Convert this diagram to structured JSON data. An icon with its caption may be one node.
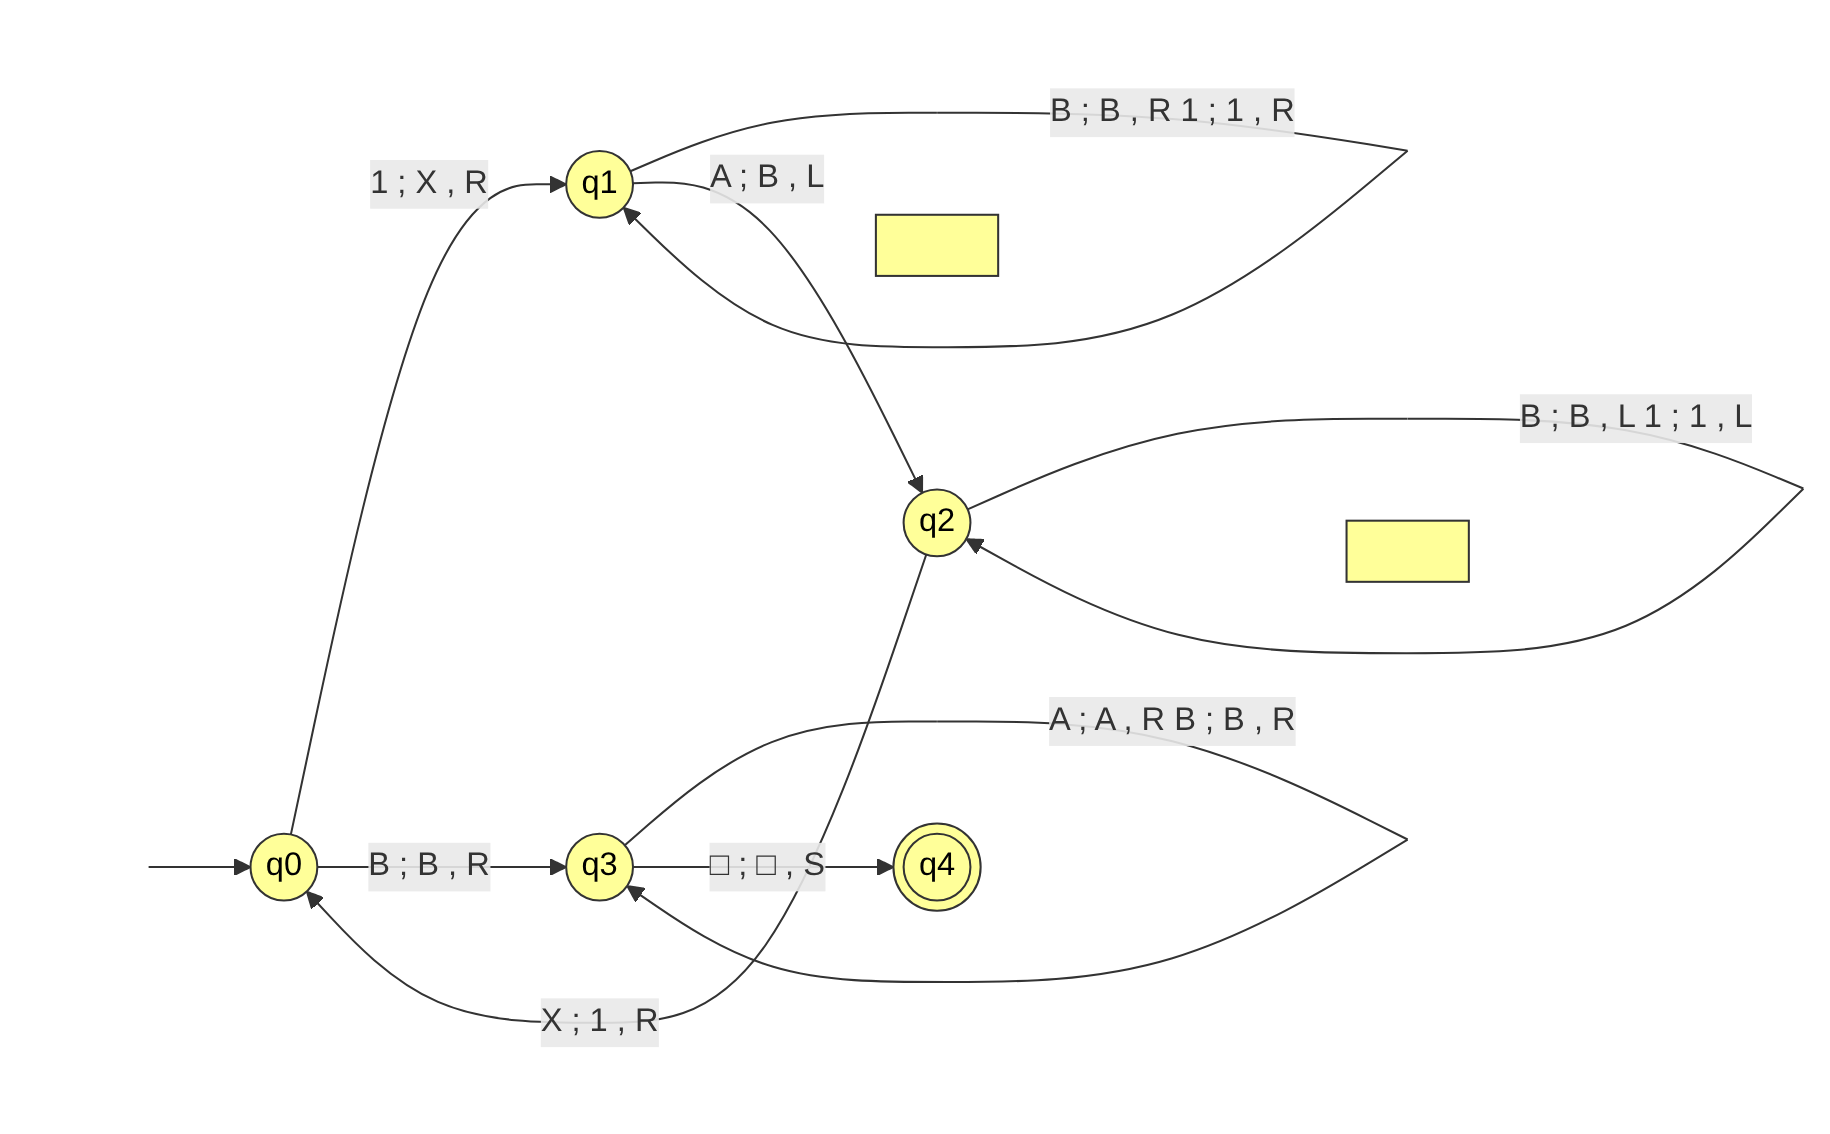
{
  "diagram": {
    "nodes": [
      {
        "text": [
          "q0"
        ]
      },
      {
        "text": [
          "q1"
        ]
      },
      {
        "text": [
          "q2"
        ]
      },
      {
        "text": [
          "q3"
        ]
      },
      {
        "text": [
          "q4"
        ]
      },
      {
        "text": [],
        "shape": "box"
      },
      {
        "text": [],
        "shape": "box"
      }
    ],
    "edges": [
      {
        "from": null,
        "to": 0,
        "arrow": "to"
      },
      {
        "from": 0,
        "to": 1,
        "label": "1 ; X , R",
        "arrow": "to"
      },
      {
        "from": 1,
        "to": 1,
        "label": "B ; B , R 1 ; 1 , R",
        "arrow": "to"
      },
      {
        "from": 1,
        "to": 2,
        "label": "A ; B , L",
        "arrow": "to"
      },
      {
        "from": 2,
        "to": 2,
        "label": "B ; B , L 1 ; 1 , L",
        "arrow": "to"
      },
      {
        "from": 2,
        "to": 0,
        "label": "X ; 1 , R",
        "arrow": "to"
      },
      {
        "from": 0,
        "to": 3,
        "label": "B ; B , R",
        "arrow": "to"
      },
      {
        "from": 3,
        "to": 3,
        "label": "A ; A , R B ; B , R",
        "arrow": "to"
      },
      {
        "from": 3,
        "to": 4,
        "label": "□ ; □ , S",
        "arrow": "to"
      }
    ]
  }
}
